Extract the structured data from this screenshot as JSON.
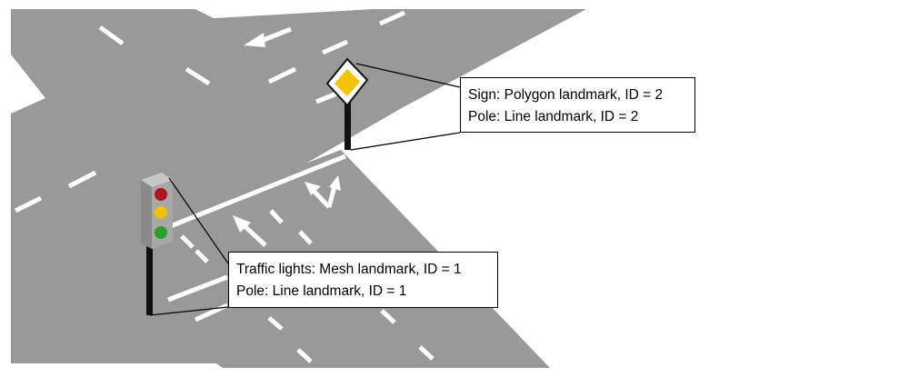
{
  "annotations": {
    "sign": {
      "line1": "Sign: Polygon landmark, ID = 2",
      "line2": "Pole: Line landmark, ID = 2"
    },
    "traffic_lights": {
      "line1": "Traffic lights: Mesh landmark, ID = 1",
      "line2": "Pole: Line landmark, ID = 1"
    }
  },
  "colors": {
    "road": "#999999",
    "marking": "#ffffff",
    "pole": "#111111",
    "sign_fill": "#f5c400",
    "light_red": "#b0141e",
    "light_yellow": "#f2c200",
    "light_green": "#2aa12a",
    "light_housing": "#9a9a9a"
  }
}
